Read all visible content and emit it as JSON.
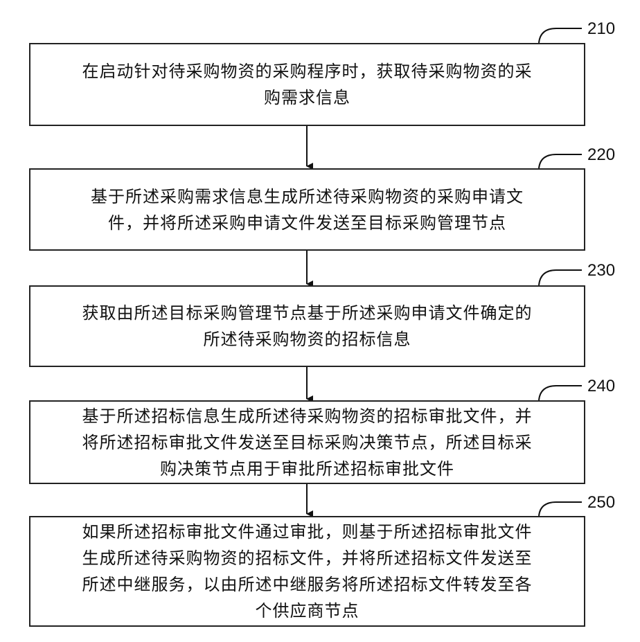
{
  "steps": [
    {
      "id": "210",
      "text": "在启动针对待采购物资的采购程序时，获取待采购物资的采\n购需求信息"
    },
    {
      "id": "220",
      "text": "基于所述采购需求信息生成所述待采购物资的采购申请文\n件，并将所述采购申请文件发送至目标采购管理节点"
    },
    {
      "id": "230",
      "text": "获取由所述目标采购管理节点基于所述采购申请文件确定的\n所述待采购物资的招标信息"
    },
    {
      "id": "240",
      "text": "基于所述招标信息生成所述待采购物资的招标审批文件，并\n将所述招标审批文件发送至目标采购决策节点，所述目标采\n购决策节点用于审批所述招标审批文件"
    },
    {
      "id": "250",
      "text": "如果所述招标审批文件通过审批，则基于所述招标审批文件\n生成所述待采购物资的招标文件，并将所述招标文件发送至\n所述中继服务，以由所述中继服务将所述招标文件转发至各\n个供应商节点"
    }
  ]
}
